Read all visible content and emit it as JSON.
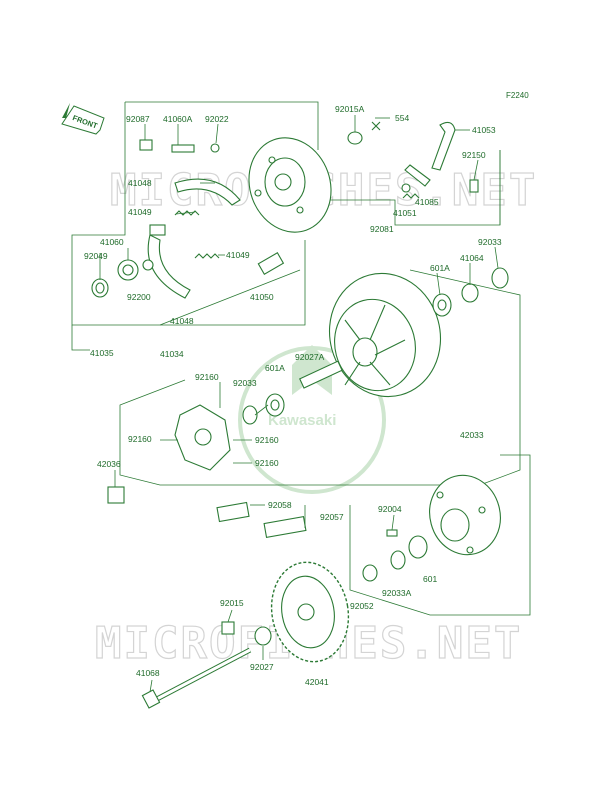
{
  "diagram_code": "F2240",
  "front_tag": "FRONT",
  "watermark_text": "MICROFICHES.NET",
  "brand_text": "Kawasaki",
  "accent_color": "#2c7a35",
  "labels": {
    "p92087": "92087",
    "p41060A": "41060A",
    "p92022": "92022",
    "p92015A": "92015A",
    "p554": "554",
    "p41053": "41053",
    "p41048a": "41048",
    "p41049a": "41049",
    "p41049b": "41049",
    "p92150": "92150",
    "p41085": "41085",
    "p41051": "41051",
    "p92081": "92081",
    "p41060": "41060",
    "p92049": "92049",
    "p92200": "92200",
    "p41048b": "41048",
    "p41050": "41050",
    "p601A_top": "601A",
    "p41064": "41064",
    "p92033_top": "92033",
    "p41035": "41035",
    "p41034": "41034",
    "p92027A": "92027A",
    "p92160a": "92160",
    "p601A": "601A",
    "p92033_mid": "92033",
    "p92160b": "92160",
    "p92160c": "92160",
    "p92160d": "92160",
    "p42036": "42036",
    "p42033": "42033",
    "p92058": "92058",
    "p92057": "92057",
    "p92004": "92004",
    "p601": "601",
    "p92033A": "92033A",
    "p92052": "92052",
    "p92015": "92015",
    "p92027": "92027",
    "p42041": "42041",
    "p41068": "41068"
  }
}
